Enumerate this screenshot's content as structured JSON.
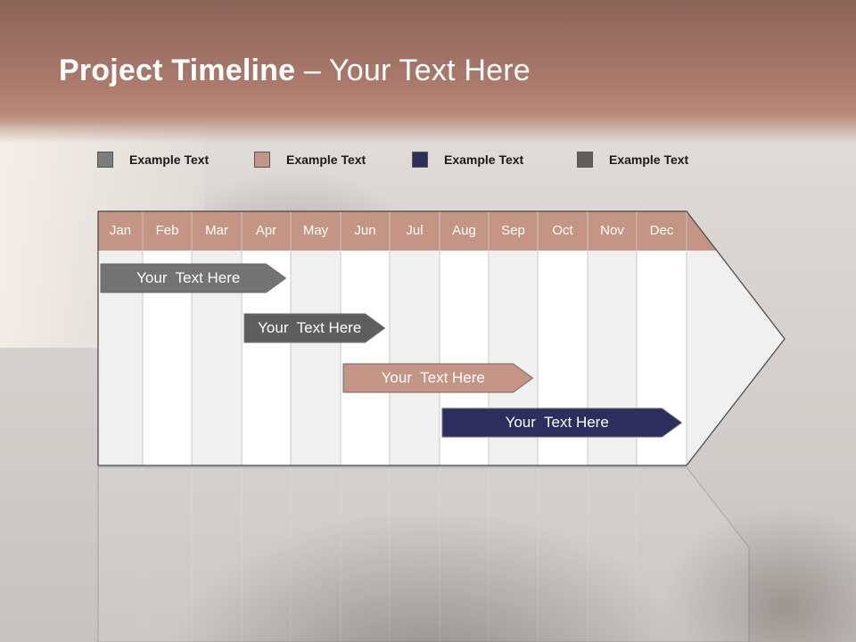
{
  "title": {
    "bold": "Project Timeline",
    "rest": " – Your Text Here"
  },
  "legend": [
    {
      "label": "Example Text",
      "color": "#7d7d7d"
    },
    {
      "label": "Example Text",
      "color": "#c49484"
    },
    {
      "label": "Example Text",
      "color": "#2e2e5e"
    },
    {
      "label": "Example Text",
      "color": "#5f5f5f"
    }
  ],
  "months": [
    "Jan",
    "Feb",
    "Mar",
    "Apr",
    "May",
    "Jun",
    "Jul",
    "Aug",
    "Sep",
    "Oct",
    "Nov",
    "Dec"
  ],
  "colors": {
    "header": "#c49484",
    "grid_light": "#f0f0f0",
    "grid_white": "#ffffff"
  },
  "bars": [
    {
      "label": "Your  Text Here",
      "start_month": "Jan",
      "end_month": "Apr",
      "color": "#737373"
    },
    {
      "label": "Your  Text Here",
      "start_month": "Apr",
      "end_month": "Jun",
      "color": "#5e5e5e"
    },
    {
      "label": "Your  Text Here",
      "start_month": "Jun",
      "end_month": "Sep",
      "color": "#c49484"
    },
    {
      "label": "Your  Text Here",
      "start_month": "Aug",
      "end_month": "Dec",
      "color": "#2e2e5e"
    }
  ]
}
